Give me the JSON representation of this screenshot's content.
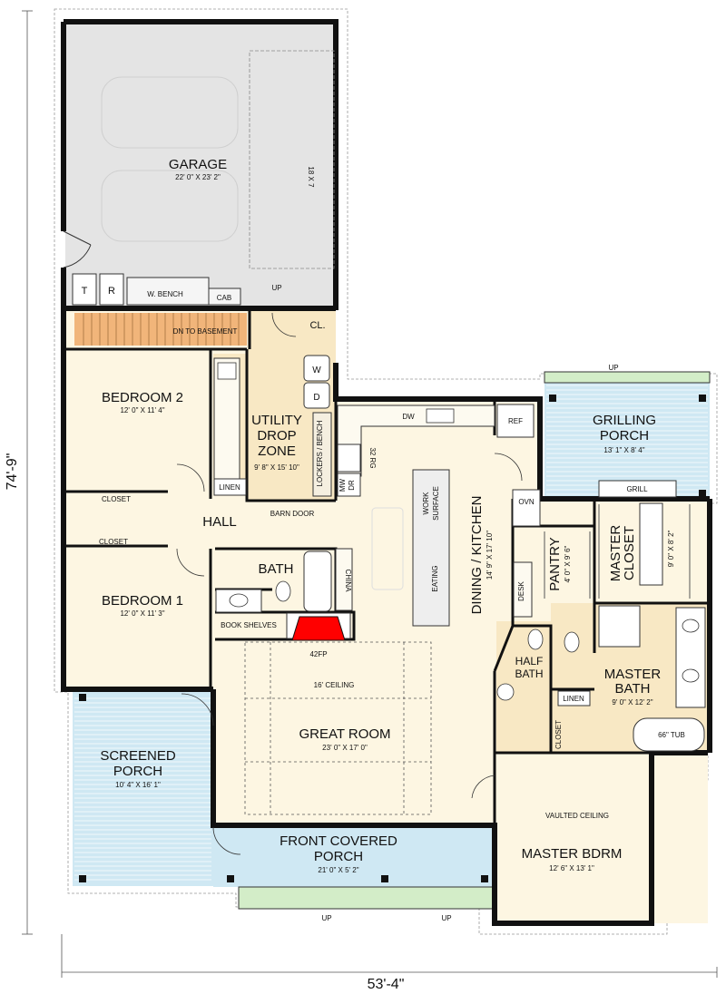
{
  "overall": {
    "width": "53'-4\"",
    "depth": "74'-9\""
  },
  "garage": {
    "name": "GARAGE",
    "size": "22' 0\" X 23' 2\"",
    "door": "18 X 7",
    "t": "T",
    "r": "R",
    "bench": "W. BENCH",
    "cab": "CAB",
    "up": "UP"
  },
  "stair": {
    "label": "DN TO BASEMENT",
    "cl": "CL."
  },
  "utility": {
    "l1": "UTILITY",
    "l2": "DROP",
    "l3": "ZONE",
    "size": "9' 8\" X 15' 10\"",
    "washer": "W",
    "dryer": "D",
    "lockers": "LOCKERS / BENCH",
    "linen": "LINEN",
    "barn_door": "BARN DOOR",
    "mw": "MW",
    "dr": "DR"
  },
  "bedroom2": {
    "name": "BEDROOM 2",
    "size": "12' 0\" X 11' 4\""
  },
  "bedroom1": {
    "name": "BEDROOM 1",
    "size": "12' 0\" X 11' 3\""
  },
  "closets": {
    "c1": "CLOSET",
    "c2": "CLOSET"
  },
  "hall": {
    "name": "HALL"
  },
  "bath": {
    "name": "BATH",
    "china": "CHINA",
    "shelves": "BOOK SHELVES"
  },
  "fireplace": {
    "label": "42FP"
  },
  "great_room": {
    "name": "GREAT ROOM",
    "size": "23' 0\" X 17' 0\"",
    "ceiling": "16' CEILING"
  },
  "kitchen": {
    "name": "DINING / KITCHEN",
    "size": "14' 9\" X 17' 10\"",
    "dw": "DW",
    "ref": "REF",
    "range": "32 RG",
    "work1": "WORK",
    "work2": "SURFACE",
    "eating": "EATING",
    "ovn": "OVN",
    "desk": "DESK"
  },
  "pantry": {
    "name": "PANTRY",
    "size": "4' 0\" X 9' 6\""
  },
  "grilling": {
    "l1": "GRILLING",
    "l2": "PORCH",
    "size": "13' 1\" X 8' 4\"",
    "up": "UP",
    "grill": "GRILL"
  },
  "master_closet": {
    "l1": "MASTER",
    "l2": "CLOSET",
    "size": "9' 0\" X 8' 2\""
  },
  "half_bath": {
    "l1": "HALF",
    "l2": "BATH"
  },
  "master_bath": {
    "l1": "MASTER",
    "l2": "BATH",
    "size": "9' 0\" X 12' 2\"",
    "tub": "66\" TUB",
    "linen": "LINEN",
    "closet": "CLOSET"
  },
  "screened": {
    "l1": "SCREENED",
    "l2": "PORCH",
    "size": "10' 4\" X 16' 1\""
  },
  "front_porch": {
    "l1": "FRONT COVERED",
    "l2": "PORCH",
    "size": "21' 0\" X 5' 2\"",
    "up1": "UP",
    "up2": "UP"
  },
  "master_bdrm": {
    "name": "MASTER BDRM",
    "size": "12' 6\" X 13' 1\"",
    "ceiling": "VAULTED CEILING"
  },
  "colors": {
    "garage": "#e4e4e4",
    "floor": "#fdf6e2",
    "porch": "#cfe8f3",
    "tile": "#f8e8c4",
    "stairs": "#f1b57a",
    "steps": "#d3edc8",
    "fireplace": "#ff0000"
  }
}
